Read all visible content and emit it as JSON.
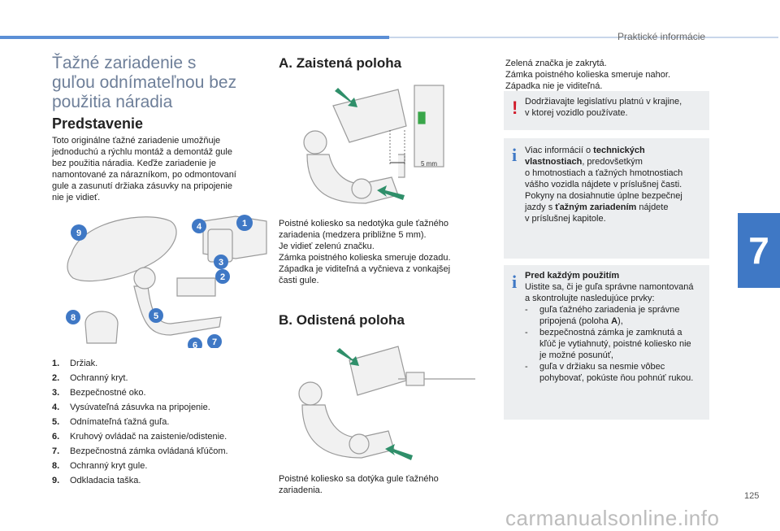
{
  "header": {
    "section": "Praktické informácie"
  },
  "title": {
    "line1": "Ťažné zariadenie s",
    "line2": "guľou odnímateľnou bez",
    "line3": "použitia náradia"
  },
  "intro": {
    "heading": "Predstavenie",
    "lines": [
      "Toto originálne ťažné zariadenie umožňuje",
      "jednoduchú a rýchlu montáž a demontáž gule",
      "bez použitia náradia. Keďže zariadenie je",
      "namontované za nárazníkom, po odmontovaní",
      "gule a zasunutí držiaka zásuvky na pripojenie",
      "nie je vidieť."
    ]
  },
  "callouts": [
    "1",
    "2",
    "3",
    "4",
    "5",
    "6",
    "7",
    "8",
    "9"
  ],
  "list": [
    {
      "num": "1.",
      "text": "Držiak."
    },
    {
      "num": "2.",
      "text": "Ochranný kryt."
    },
    {
      "num": "3.",
      "text": "Bezpečnostné oko."
    },
    {
      "num": "4.",
      "text": "Vysúvateľná zásuvka na pripojenie."
    },
    {
      "num": "5.",
      "text": "Odnímateľná ťažná guľa."
    },
    {
      "num": "6.",
      "text": "Kruhový ovládač na zaistenie/odistenie."
    },
    {
      "num": "7.",
      "text": "Bezpečnostná zámka ovládaná kľúčom."
    },
    {
      "num": "8.",
      "text": "Ochranný kryt gule."
    },
    {
      "num": "9.",
      "text": "Odkladacia taška."
    }
  ],
  "section_a": {
    "heading": "A. Zaistená poloha",
    "dimension": "5 mm",
    "caption": [
      "Poistné koliesko sa nedotýka gule ťažného",
      "zariadenia (medzera približne 5 mm).",
      "Je vidieť zelenú značku.",
      "Zámka poistného kolieska smeruje dozadu.",
      "Západka je viditeľná a vyčnieva z vonkajšej",
      "časti gule."
    ]
  },
  "section_b": {
    "heading": "B. Odistená poloha",
    "caption": [
      "Poistné koliesko sa dotýka gule ťažného",
      "zariadenia."
    ]
  },
  "right_intro": [
    "Zelená značka je zakrytá.",
    "Zámka poistného kolieska smeruje nahor.",
    "Západka nie je viditeľná."
  ],
  "warning_box": {
    "mark": "!",
    "lines": [
      "Dodržiavajte legislatívu platnú v krajine,",
      "v ktorej vozidlo používate."
    ]
  },
  "info_box1": {
    "mark": "i",
    "l1_pre": "Viac informácií o ",
    "l1_bold": "technických",
    "l2_bold": "vlastnostiach",
    "l2_post": ", predovšetkým",
    "l3": "o hmotnostiach a ťažných hmotnostiach",
    "l4": "vášho vozidla nájdete v príslušnej časti.",
    "l5": "Pokyny na dosiahnutie úplne bezpečnej",
    "l6_pre": "jazdy s ",
    "l6_bold": "ťažným zariadením",
    "l6_post": " nájdete",
    "l7": "v príslušnej kapitole."
  },
  "info_box2": {
    "mark": "i",
    "heading": "Pred každým použitím",
    "l1": "Uistite sa, či je guľa správne namontovaná",
    "l2": "a skontrolujte nasledujúce prvky:",
    "b1a": "guľa ťažného zariadenia je správne",
    "b1b_pre": "pripojená (poloha ",
    "b1b_bold": "A",
    "b1b_post": "),",
    "b2a": "bezpečnostná zámka je zamknutá a",
    "b2b": "kľúč je vytiahnutý, poistné koliesko nie",
    "b2c": "je možné posunúť,",
    "b3a": "guľa v držiaku sa nesmie vôbec",
    "b3b": "pohybovať, pokúste ňou pohnúť rukou.",
    "dash": "-"
  },
  "chapter": "7",
  "page_number": "125",
  "watermark": "carmanualsonline.info",
  "colors": {
    "accent": "#3f78c5",
    "title": "#6e7f99",
    "green_arrow": "#2f8f6a",
    "warning": "#d11a2a",
    "info": "#3f78c5"
  }
}
